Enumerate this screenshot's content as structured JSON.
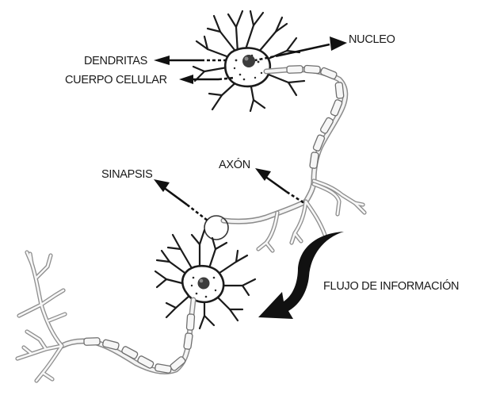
{
  "labels": {
    "nucleo": "NUCLEO",
    "dendritas": "DENDRITAS",
    "cuerpo_celular": "CUERPO CELULAR",
    "sinapsis": "SINAPSIS",
    "axon": "AXÓN",
    "flujo": "FLUJO DE INFORMACIÓN"
  },
  "colors": {
    "ink": "#1a1a1a",
    "axon_outline": "#8c8c8c",
    "background": "#ffffff"
  }
}
